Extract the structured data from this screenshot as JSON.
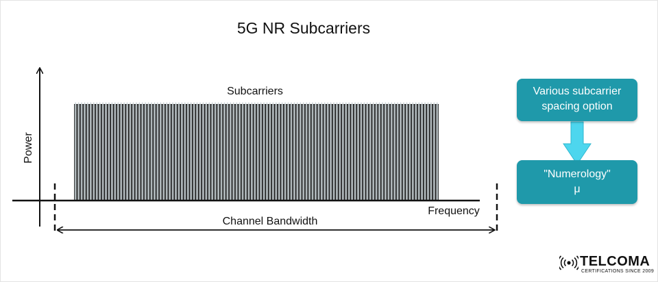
{
  "title": "5G NR Subcarriers",
  "diagram": {
    "y_axis_label": "Power",
    "x_axis_label": "Frequency",
    "band_label": "Subcarriers",
    "bandwidth_label": "Channel Bandwidth",
    "subcarrier_count": 120,
    "colors": {
      "axis": "#111111",
      "subcarrier_dark": "#1a1a1a",
      "subcarrier_light": "#c9d2d6",
      "accent": "#1f99aa",
      "arrow": "#4dd6ee"
    }
  },
  "callouts": {
    "spacing_line1": "Various subcarrier",
    "spacing_line2": "spacing option",
    "numerology_line1": "\"Numerology\"",
    "numerology_line2": "μ"
  },
  "logo": {
    "name": "TELCOMA",
    "tagline": "CERTIFICATIONS SINCE 2009",
    "icon": "broadcast-icon"
  }
}
